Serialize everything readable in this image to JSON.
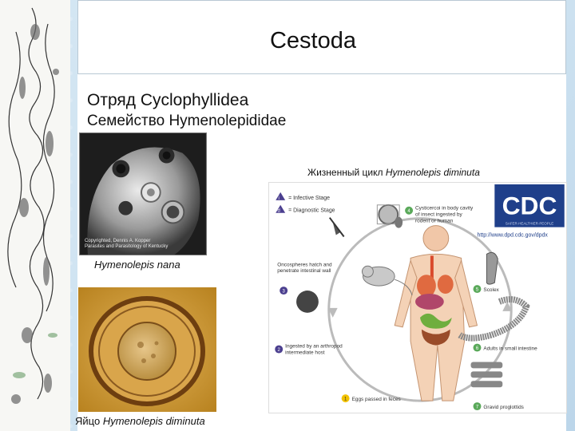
{
  "slide": {
    "title": "Cestoda",
    "order": "Отряд Cyclophyllidea",
    "family": "Семейство Hymenolepididae"
  },
  "sem_photo": {
    "copyright_line1": "Copyrighted, Dennis A. Kopper",
    "copyright_line2": "Parasites and Parasitology of Kentucky",
    "caption": "Hymenolepis nana"
  },
  "egg_photo": {
    "caption_prefix": "Яйцо",
    "caption_species": "Hymenolepis diminuta"
  },
  "lifecycle": {
    "title_prefix": "Жизненный цикл",
    "title_species": "Hymenolepis diminuta",
    "legend_infective": "= Infective Stage",
    "legend_diagnostic": "= Diagnostic Stage",
    "cdc_logo": "CDC",
    "cdc_sub": "SAFER·HEALTHIER·PEOPLE",
    "cdc_url": "http://www.dpd.cdc.gov/dpdx",
    "step1": "Eggs passed in feces",
    "step2_line1": "Ingested by an arthropod",
    "step2_line2": "intermediate host",
    "step3_line1": "Oncospheres hatch and",
    "step3_line2": "penetrate intestinal wall",
    "step4_line1": "Cysticercoi in body cavity",
    "step4_line2": "of insect ingested by",
    "step4_line3": "rodent or human",
    "step5": "Scolex",
    "step6": "Adults in small intestine",
    "step7": "Gravid proglottids",
    "n1": "1",
    "n2": "2",
    "n3": "3",
    "n4": "4",
    "n5": "5",
    "n6": "6",
    "n7": "7",
    "label_i": "i",
    "label_d": "d"
  },
  "colors": {
    "background": "#cfe3f1",
    "egg_photo": "#c89332",
    "step_purple": "#4b3f8f",
    "step_green": "#5aa95a",
    "step_yellow": "#f2c200",
    "cdc_blue": "#1f3f8a"
  }
}
